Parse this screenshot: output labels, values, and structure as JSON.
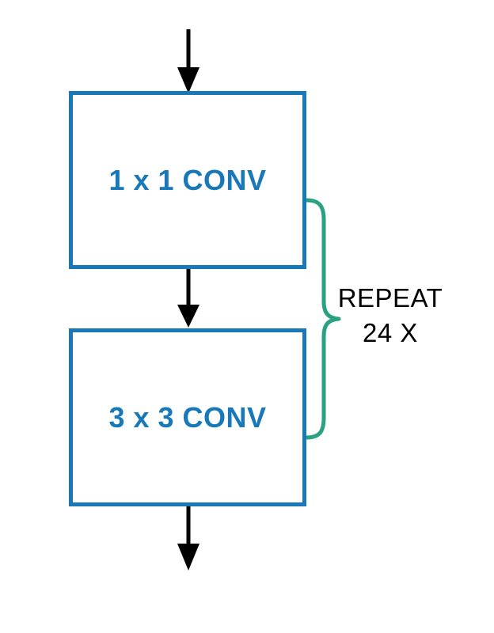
{
  "diagram": {
    "boxes": [
      {
        "label": "1 x 1 CONV"
      },
      {
        "label": "3 x 3 CONV"
      }
    ],
    "repeat_annotation": {
      "line1": "REPEAT",
      "line2": "24 X"
    },
    "icons": {
      "arrow": "down-arrow",
      "brace": "right-curly-brace"
    },
    "colors": {
      "box_border": "#1878b8",
      "box_label": "#1878b8",
      "brace": "#2aa183",
      "arrow": "#000000",
      "background": "#ffffff"
    }
  }
}
